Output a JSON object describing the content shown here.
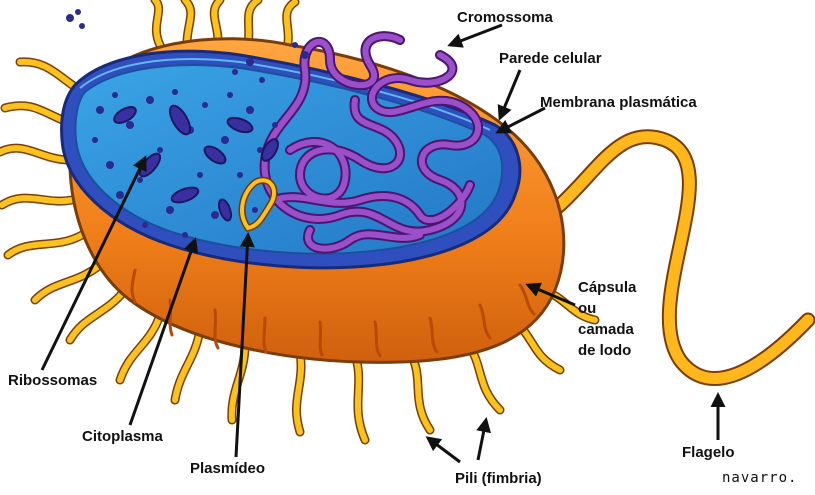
{
  "diagram": {
    "labels": {
      "cromossoma": "Cromossoma",
      "parede": "Parede celular",
      "membrana": "Membrana plasmática",
      "capsula_l1": "Cápsula",
      "capsula_l2": "ou",
      "capsula_l3": "camada",
      "capsula_l4": "de lodo",
      "flagelo": "Flagelo",
      "pili": "Pili (fimbria)",
      "plasmideo": "Plasmídeo",
      "citoplasma": "Citoplasma",
      "ribossomas": "Ribossomas"
    },
    "signature": "navarro.",
    "colors": {
      "capsule": "#f07f1a",
      "capsule_dark": "#b94a06",
      "wall": "#2f4fbf",
      "cytoplasm": "#2e8fd6",
      "ribosome": "#2c2a8f",
      "chromosome": "#8e3fb6",
      "plasmid": "#ffc21a",
      "pili": "#f9c21c",
      "flagellum": "#ffb81c"
    }
  }
}
